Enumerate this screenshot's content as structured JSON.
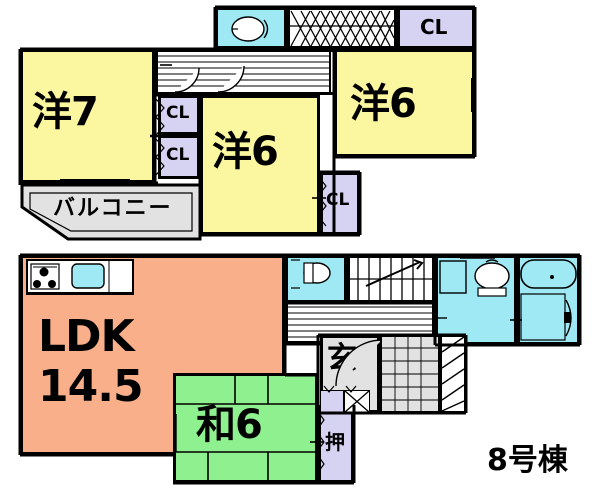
{
  "plan": {
    "title": "8号棟",
    "unit_label": "8号棟",
    "colors": {
      "bedroom": "#fbf7a0",
      "ldk": "#f9b08a",
      "tatami": "#8ef08e",
      "water": "#9fe9f4",
      "closet": "#d5d2f2",
      "balcony": "#e2e2e2",
      "wall": "#000000",
      "background": "#ffffff"
    },
    "floors": [
      {
        "name": "second-floor",
        "rooms": [
          {
            "id": "bedroom-west",
            "label": "洋7",
            "type": "western-room",
            "color": "#fbf7a0"
          },
          {
            "id": "bedroom-center",
            "label": "洋6",
            "type": "western-room",
            "color": "#fbf7a0"
          },
          {
            "id": "bedroom-east",
            "label": "洋6",
            "type": "western-room",
            "color": "#fbf7a0"
          },
          {
            "id": "balcony",
            "label": "バルコニー",
            "type": "balcony",
            "color": "#e2e2e2"
          },
          {
            "id": "closet-upper",
            "label": "CL",
            "type": "closet",
            "color": "#d5d2f2"
          },
          {
            "id": "closet-lower",
            "label": "CL",
            "type": "closet",
            "color": "#d5d2f2"
          },
          {
            "id": "closet-center",
            "label": "CL",
            "type": "closet",
            "color": "#d5d2f2"
          },
          {
            "id": "closet-east",
            "label": "CL",
            "type": "closet",
            "color": "#d5d2f2"
          },
          {
            "id": "toilet-2f",
            "label": "",
            "type": "toilet",
            "color": "#9fe9f4"
          },
          {
            "id": "hall-2f",
            "label": "",
            "type": "hall",
            "color": "#ffffff"
          },
          {
            "id": "stair-2f",
            "label": "",
            "type": "stairs",
            "color": "#ffffff"
          }
        ]
      },
      {
        "name": "first-floor",
        "rooms": [
          {
            "id": "ldk",
            "label": "LDK",
            "sub": "14.5",
            "type": "living-dining-kitchen",
            "color": "#f9b08a"
          },
          {
            "id": "tatami",
            "label": "和6",
            "type": "japanese-room",
            "color": "#8ef08e"
          },
          {
            "id": "entrance",
            "label": "玄",
            "type": "entrance",
            "color": "#e2e2e2"
          },
          {
            "id": "oshiire",
            "label": "押",
            "type": "closet",
            "color": "#d5d2f2"
          },
          {
            "id": "toilet-1f",
            "label": "",
            "type": "toilet",
            "color": "#9fe9f4"
          },
          {
            "id": "washroom",
            "label": "",
            "type": "washroom",
            "color": "#9fe9f4"
          },
          {
            "id": "bath",
            "label": "",
            "type": "bathroom",
            "color": "#9fe9f4"
          },
          {
            "id": "stair-1f",
            "label": "",
            "type": "stairs",
            "color": "#ffffff"
          },
          {
            "id": "porch",
            "label": "",
            "type": "porch",
            "color": "#e2e2e2"
          }
        ]
      }
    ],
    "fixtures": [
      {
        "id": "kitchen-stove",
        "name": "stove-icon"
      },
      {
        "id": "kitchen-sink",
        "name": "sink-icon"
      },
      {
        "id": "bathtub",
        "name": "bathtub-icon"
      },
      {
        "id": "vanity-basin",
        "name": "basin-icon"
      },
      {
        "id": "toilet-bowl",
        "name": "toilet-icon"
      },
      {
        "id": "washer-space",
        "name": "washer-icon"
      },
      {
        "id": "shoe-closet",
        "name": "shoe-closet-icon"
      }
    ],
    "labels": {
      "yo7": "洋7",
      "yo6_center": "洋6",
      "yo6_east": "洋6",
      "balcony": "バルコニー",
      "cl1": "CL",
      "cl2": "CL",
      "cl3": "CL",
      "cl4": "CL",
      "ldk": "LDK",
      "ldk_size": "14.5",
      "wa6": "和6",
      "genkan": "玄",
      "oshiire": "押",
      "building": "8号棟"
    }
  }
}
